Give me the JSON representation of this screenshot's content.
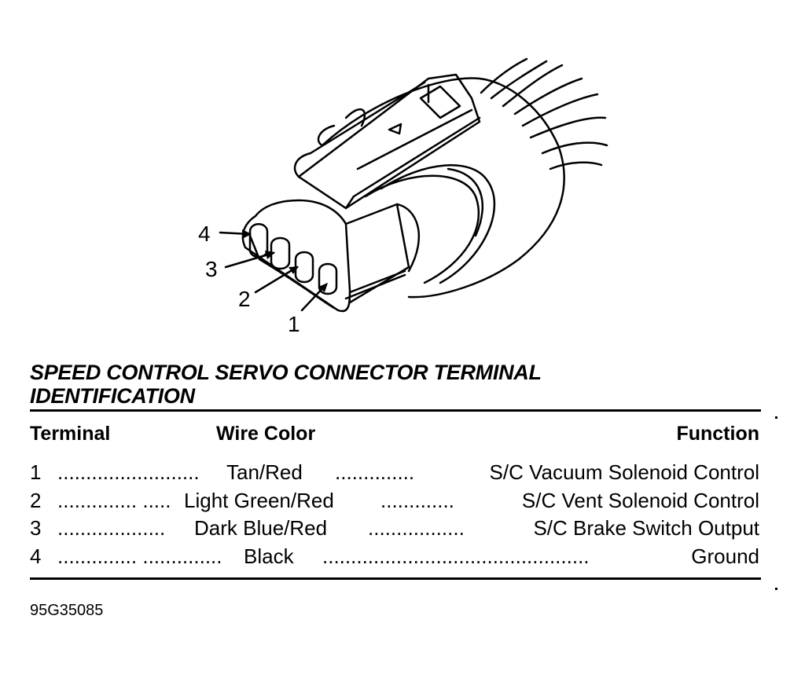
{
  "labels": {
    "terminal_callouts": [
      "4",
      "3",
      "2",
      "1"
    ]
  },
  "title": {
    "line1": "SPEED CONTROL SERVO CONNECTOR TERMINAL",
    "line2": "IDENTIFICATION"
  },
  "table": {
    "headers": {
      "terminal": "Terminal",
      "wire_color": "Wire Color",
      "function": "Function"
    },
    "rows": [
      {
        "terminal": "1",
        "dots1": ".........................",
        "wire_color": "Tan/Red",
        "dots2": "..............",
        "function": "S/C Vacuum Solenoid Control"
      },
      {
        "terminal": "2",
        "dots1": ".............. .....",
        "wire_color": "Light Green/Red",
        "dots2": ".............",
        "function": "S/C Vent Solenoid Control"
      },
      {
        "terminal": "3",
        "dots1": "...................",
        "wire_color": "Dark Blue/Red",
        "dots2": ".................",
        "function": "S/C Brake Switch Output"
      },
      {
        "terminal": "4",
        "dots1": ".............. ..............",
        "wire_color": "Black",
        "dots2": "...............................................",
        "function": "Ground"
      }
    ]
  },
  "figure_id": "95G35085"
}
